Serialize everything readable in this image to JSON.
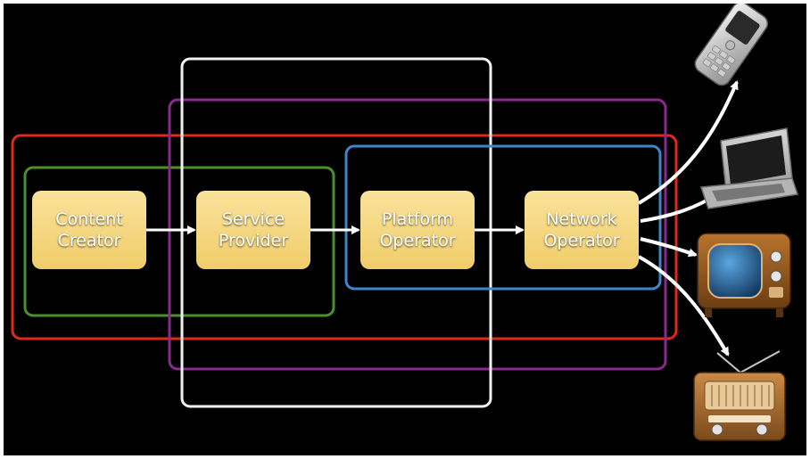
{
  "nodes": [
    {
      "id": "content-creator",
      "line1": "Content",
      "line2": "Creator"
    },
    {
      "id": "service-provider",
      "line1": "Service",
      "line2": "Provider"
    },
    {
      "id": "platform-operator",
      "line1": "Platform",
      "line2": "Operator"
    },
    {
      "id": "network-operator",
      "line1": "Network",
      "line2": "Operator"
    }
  ],
  "groups": [
    {
      "id": "green",
      "color": "#4b8f2f"
    },
    {
      "id": "red",
      "color": "#e0281e"
    },
    {
      "id": "purple",
      "color": "#8a2a8e"
    },
    {
      "id": "white",
      "color": "#f2f2f2"
    },
    {
      "id": "blue",
      "color": "#3e86c8"
    }
  ],
  "devices": [
    "mobile-phone-icon",
    "laptop-icon",
    "television-icon",
    "radio-icon"
  ],
  "colors": {
    "background": "#000000",
    "node_fill": "#f3d57a",
    "arrow": "#ffffff"
  }
}
